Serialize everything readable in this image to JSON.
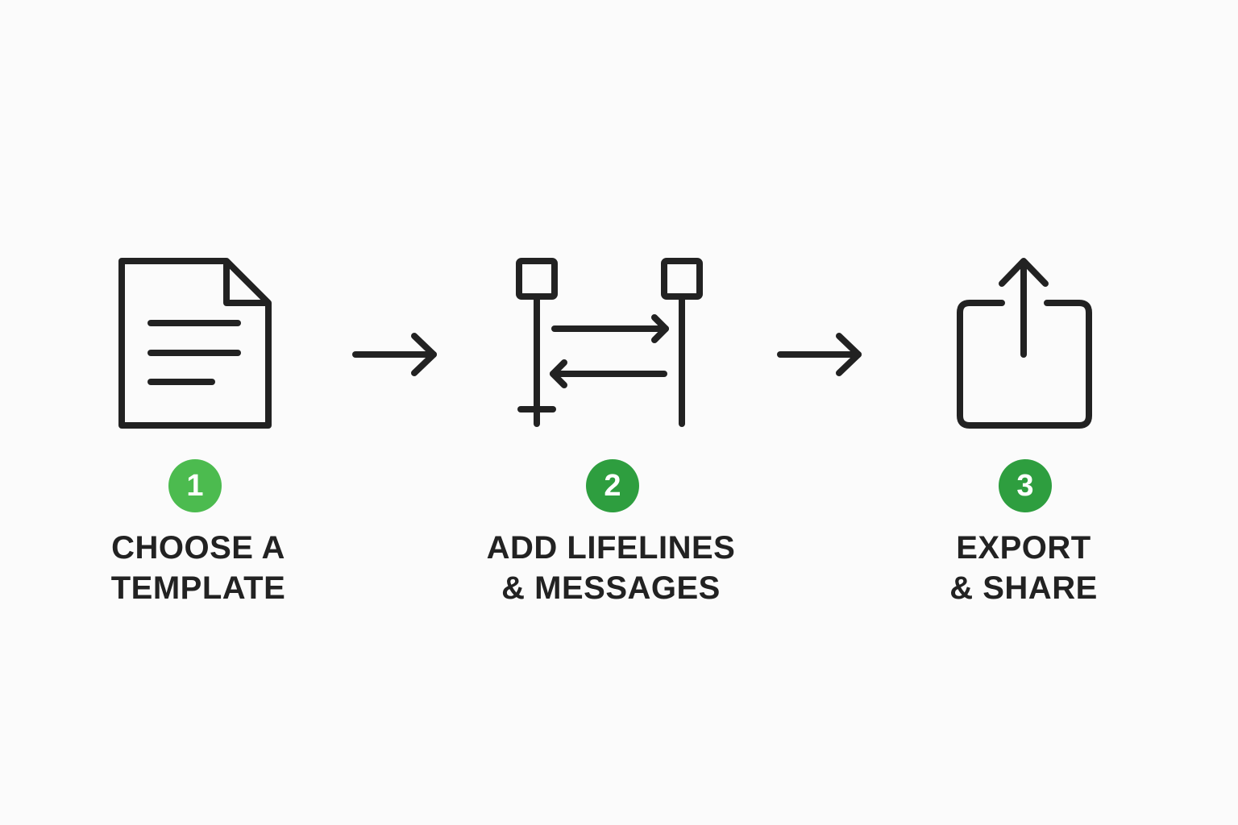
{
  "colors": {
    "background": "#fbfbfb",
    "icon_stroke": "#222222",
    "text": "#222222",
    "badge_1": "#4cbb4f",
    "badge_2": "#2e9e3f",
    "badge_3": "#2e9e3f"
  },
  "steps": [
    {
      "number": "1",
      "icon": "document-icon",
      "label_line_1": "CHOOSE A",
      "label_line_2": "TEMPLATE"
    },
    {
      "number": "2",
      "icon": "sequence-diagram-icon",
      "label_line_1": "ADD LIFELINES",
      "label_line_2": "& MESSAGES"
    },
    {
      "number": "3",
      "icon": "share-export-icon",
      "label_line_1": "EXPORT",
      "label_line_2": "& SHARE"
    }
  ],
  "connectors": [
    "right-arrow-icon",
    "right-arrow-icon"
  ]
}
